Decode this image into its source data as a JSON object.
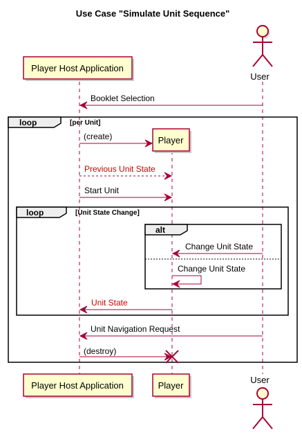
{
  "title": "Use Case \"Simulate Unit Sequence\"",
  "participants": {
    "host": "Player Host Application",
    "player": "Player",
    "user": "User"
  },
  "messages": {
    "booklet_selection": "Booklet Selection",
    "create": "(create)",
    "previous_unit_state": "Previous Unit State",
    "start_unit": "Start Unit",
    "change_unit_state_user": "Change Unit State",
    "change_unit_state_self": "Change Unit State",
    "unit_state": "Unit State",
    "unit_navigation_request": "Unit Navigation Request",
    "destroy": "(destroy)"
  },
  "fragments": {
    "outer_loop": {
      "keyword": "loop",
      "condition": "[per Unit]"
    },
    "inner_loop": {
      "keyword": "loop",
      "condition": "[Unit State Change]"
    },
    "alt": {
      "keyword": "alt"
    }
  },
  "colors": {
    "participant_fill": "#fefece",
    "line": "#a80036",
    "highlight_text": "#cc0000",
    "fragment_tab": "#eeeeee"
  }
}
